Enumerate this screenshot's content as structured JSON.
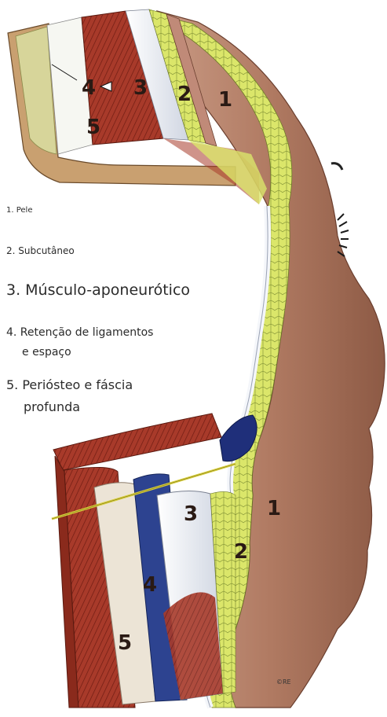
{
  "legend": {
    "item1": "1. Pele",
    "item2": "2. Subcutâneo",
    "item3": "3. Músculo-aponeurótico",
    "item4_line1": "4. Retenção de ligamentos",
    "item4_line2": "e espaço",
    "item5_line1": "5. Periósteo e fáscia",
    "item5_line2": "profunda"
  },
  "diagram": {
    "upper_numbers": [
      "1",
      "2",
      "3",
      "4",
      "5"
    ],
    "lower_numbers": [
      "1",
      "2",
      "3",
      "4",
      "5"
    ],
    "signature": "©RE"
  },
  "colors": {
    "skin": "#b88068",
    "subcutaneous_fat": "#d8e35a",
    "muscle": "#a83a2a",
    "fascia": "#e8ecf2",
    "ligament_blue": "#2a3f8a",
    "bone": "#c9a878",
    "periosteum_green": "#cfcf8c"
  }
}
